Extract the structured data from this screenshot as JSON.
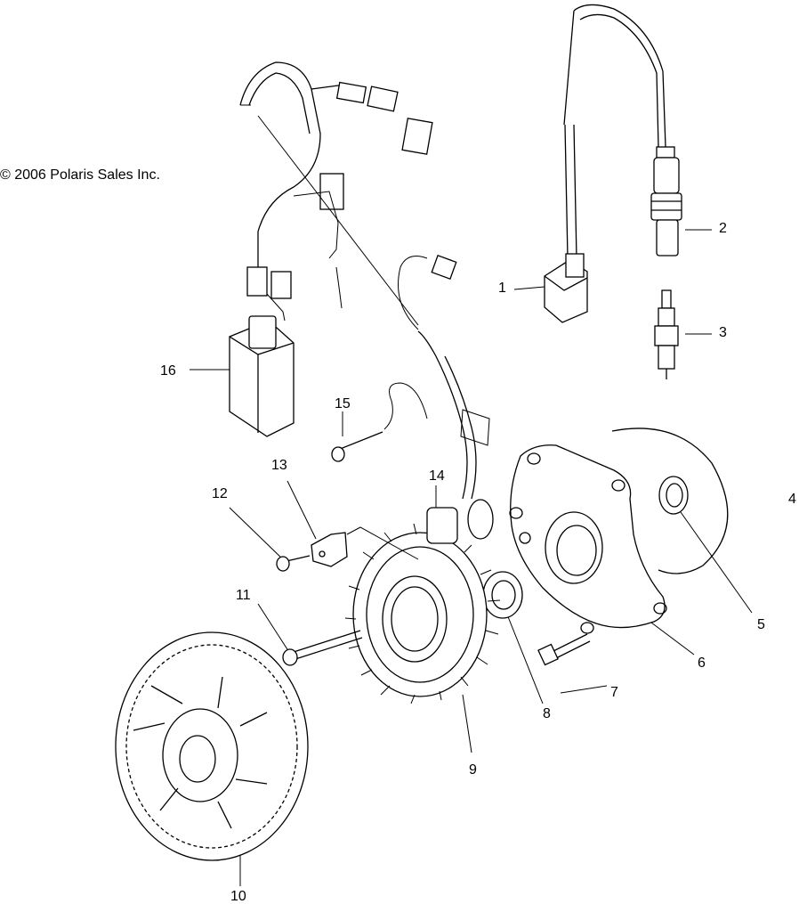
{
  "copyright": "© 2006 Polaris Sales Inc.",
  "callouts": [
    {
      "id": "1",
      "label": "1",
      "part": "ignition-coil"
    },
    {
      "id": "2",
      "label": "2",
      "part": "spark-plug-cap"
    },
    {
      "id": "3",
      "label": "3",
      "part": "spark-plug"
    },
    {
      "id": "4",
      "label": "4",
      "part": "gasket"
    },
    {
      "id": "5",
      "label": "5",
      "part": "seal"
    },
    {
      "id": "6",
      "label": "6",
      "part": "stator-cover"
    },
    {
      "id": "7",
      "label": "7",
      "part": "bolt"
    },
    {
      "id": "8",
      "label": "8",
      "part": "seal"
    },
    {
      "id": "9",
      "label": "9",
      "part": "stator"
    },
    {
      "id": "10",
      "label": "10",
      "part": "flywheel"
    },
    {
      "id": "11",
      "label": "11",
      "part": "bolt"
    },
    {
      "id": "12",
      "label": "12",
      "part": "screw"
    },
    {
      "id": "13",
      "label": "13",
      "part": "clamp"
    },
    {
      "id": "14",
      "label": "14",
      "part": "trigger-coil"
    },
    {
      "id": "15",
      "label": "15",
      "part": "screw"
    },
    {
      "id": "16",
      "label": "16",
      "part": "cdi-box"
    }
  ]
}
